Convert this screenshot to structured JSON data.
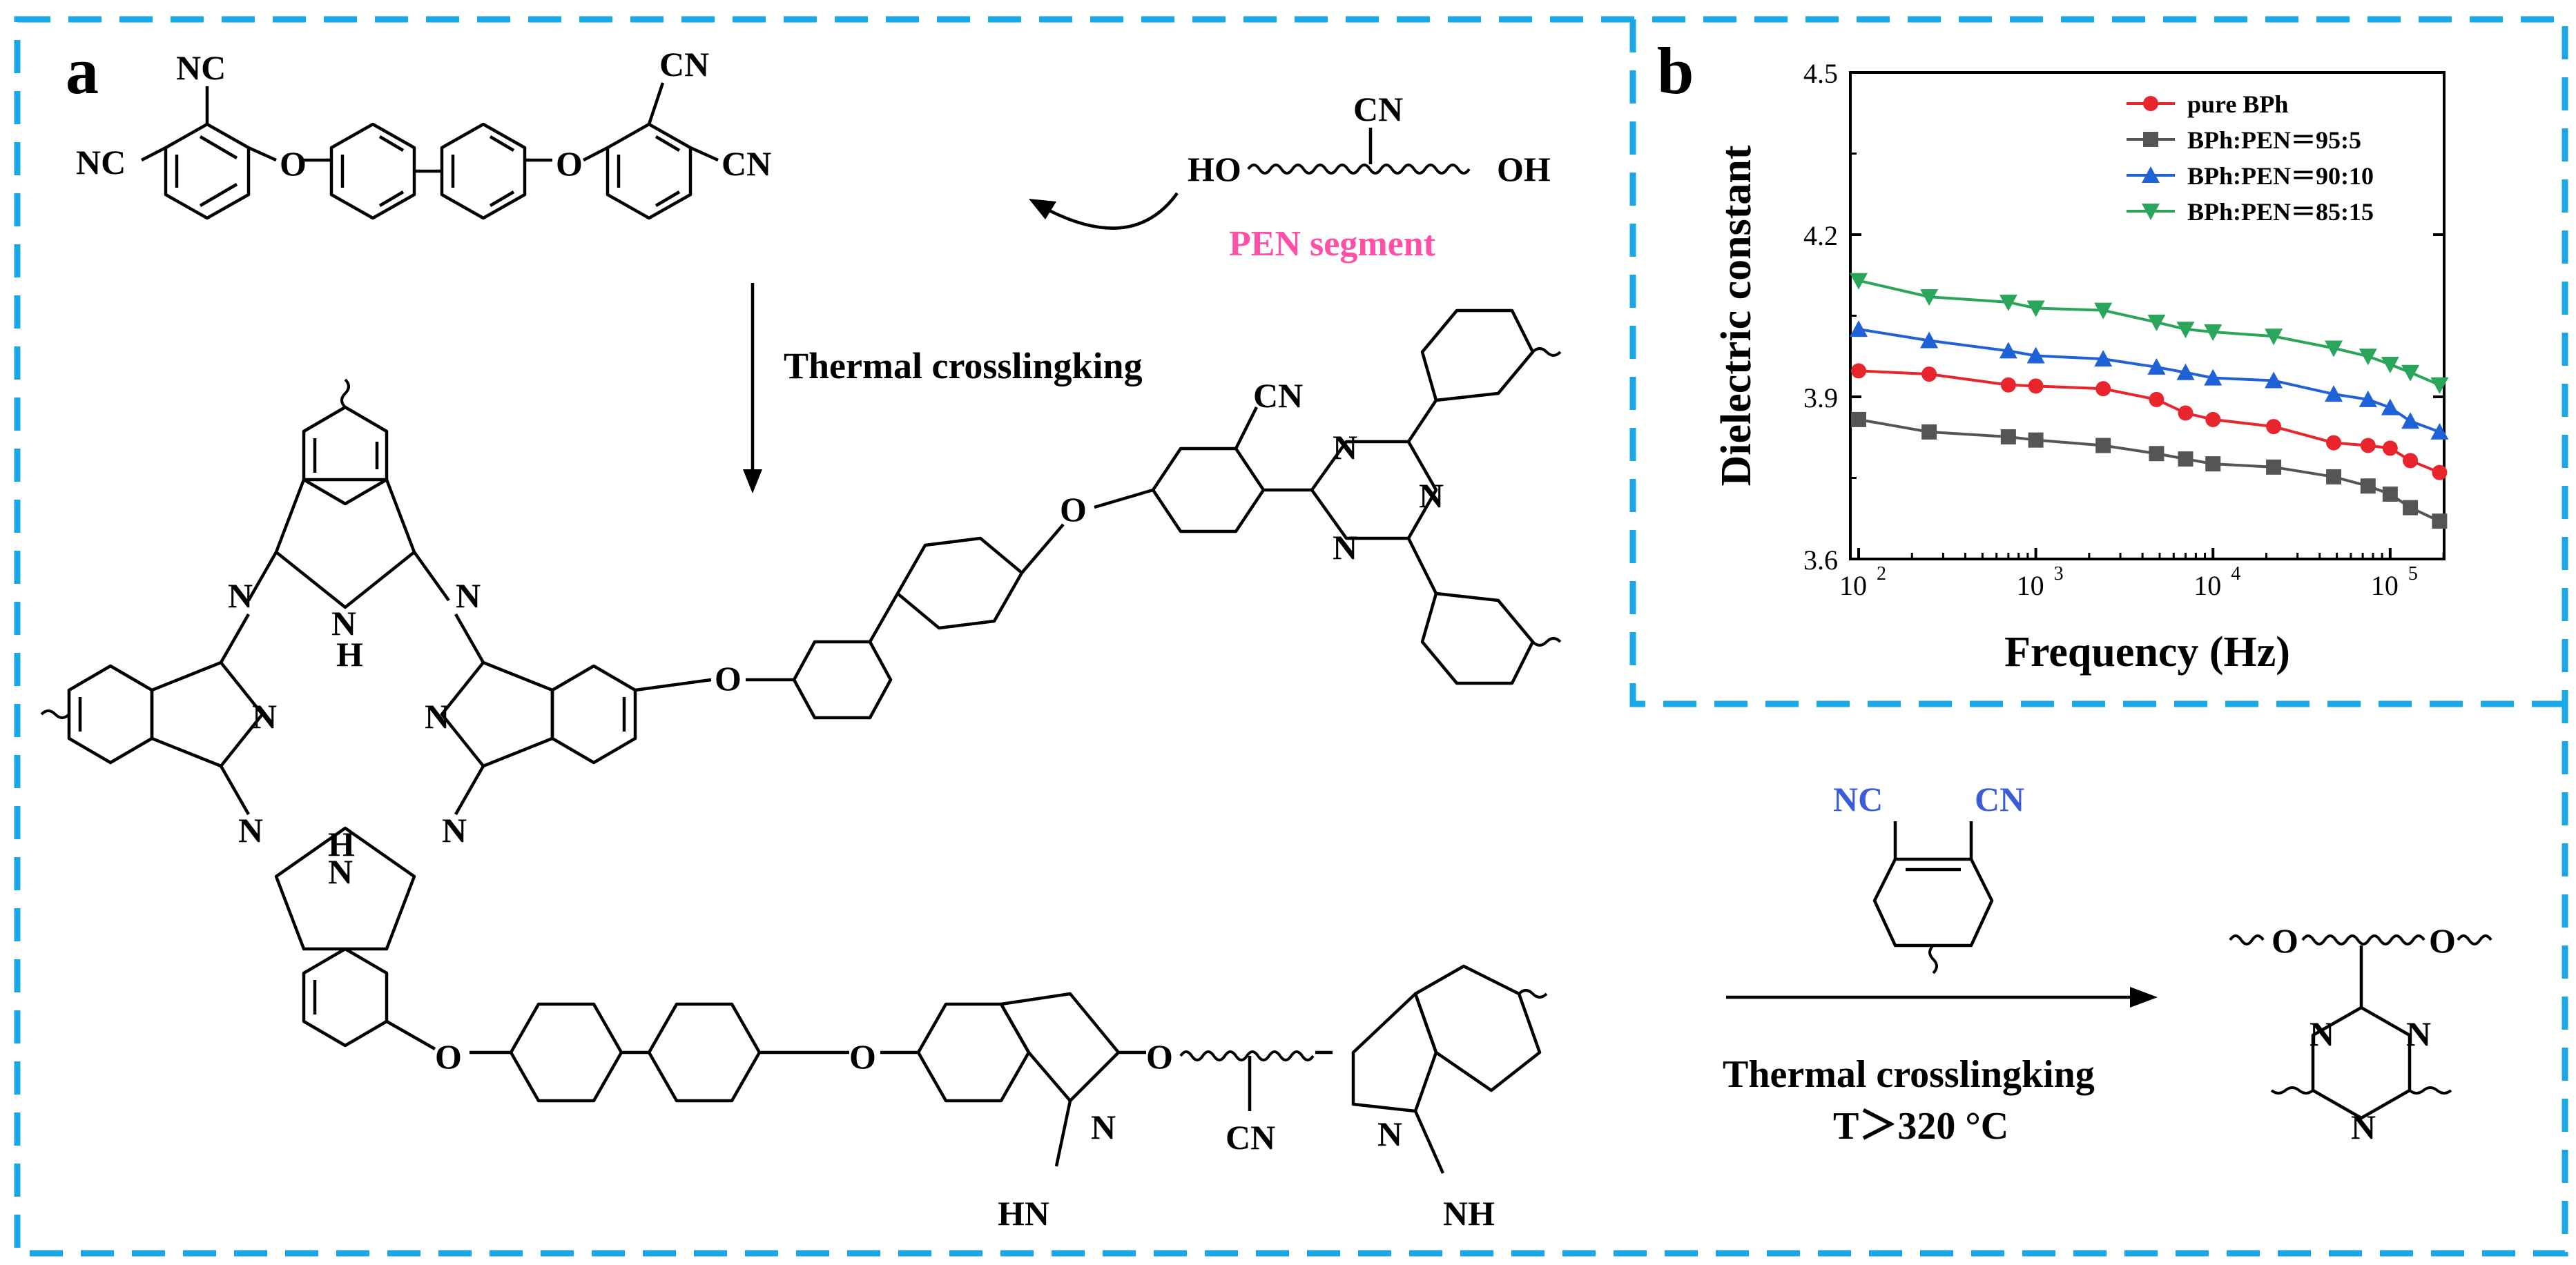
{
  "panel_a": {
    "label": "a",
    "monomer_labels": {
      "nc_top": "NC",
      "nc_left": "NC",
      "o1": "O",
      "o2": "O",
      "cn_top": "CN",
      "cn_right": "CN"
    },
    "pen": {
      "cn": "CN",
      "ho": "HO",
      "oh": "OH",
      "segment": "PEN segment",
      "cn_color": "#e8174a",
      "segment_color": "#ff4fa7"
    },
    "step_label": "Thermal crosslingking",
    "network_labels": {
      "n1": "N",
      "n2": "N",
      "n3": "N",
      "n4": "N",
      "n5": "N",
      "n6": "N",
      "nh1": "N",
      "h1": "H",
      "nh2": "H",
      "nh2n": "N",
      "o3": "O",
      "o4": "O",
      "o5": "O",
      "o6": "O",
      "o7": "O",
      "cn_tri": "CN",
      "tn1": "N",
      "tn2": "N",
      "tn3": "N",
      "cn_pen": "CN",
      "n_ind1": "N",
      "hn_ind1": "HN",
      "n_ind2": "N",
      "nh_ind2": "NH"
    }
  },
  "panel_c": {
    "nc": "NC",
    "cn": "CN",
    "accent": "#3b5bd8",
    "step_label": "Thermal crosslingking",
    "condition": "T＞320 °C",
    "o_left": "O",
    "o_right": "O",
    "triazine_n1": "N",
    "triazine_n2": "N",
    "triazine_n3": "N"
  },
  "chart_data": {
    "type": "line",
    "panel_label": "b",
    "xlabel": "Frequency (Hz)",
    "ylabel": "Dielectric constant",
    "xscale": "log",
    "xlim": [
      100,
      200000
    ],
    "ylim": [
      3.6,
      4.5
    ],
    "x_tick_labels": [
      {
        "base": "10",
        "exp": "2",
        "value": 100
      },
      {
        "base": "10",
        "exp": "3",
        "value": 1000
      },
      {
        "base": "10",
        "exp": "4",
        "value": 10000
      },
      {
        "base": "10",
        "exp": "5",
        "value": 100000
      }
    ],
    "y_ticks": [
      3.6,
      3.9,
      4.2,
      4.5
    ],
    "y_tick_labels": [
      "3.6",
      "3.9",
      "4.2",
      "4.5"
    ],
    "legend_position": "top-right",
    "x": [
      100,
      250,
      700,
      1000,
      2400,
      4800,
      7000,
      10000,
      22000,
      48000,
      75000,
      100000,
      130000,
      190000
    ],
    "series": [
      {
        "name": "pure BPh",
        "color": "#e8242c",
        "marker": "circle",
        "values": [
          3.948,
          3.942,
          3.922,
          3.92,
          3.915,
          3.895,
          3.87,
          3.858,
          3.845,
          3.815,
          3.81,
          3.805,
          3.782,
          3.76
        ]
      },
      {
        "name": "BPh:PEN＝95:5",
        "color": "#555555",
        "marker": "square",
        "values": [
          3.858,
          3.835,
          3.826,
          3.82,
          3.81,
          3.795,
          3.785,
          3.776,
          3.77,
          3.752,
          3.735,
          3.72,
          3.695,
          3.67
        ]
      },
      {
        "name": "BPh:PEN＝90:10",
        "color": "#1f62d8",
        "marker": "triangle-up",
        "values": [
          4.025,
          4.004,
          3.985,
          3.976,
          3.97,
          3.955,
          3.945,
          3.935,
          3.93,
          3.905,
          3.895,
          3.88,
          3.855,
          3.835
        ]
      },
      {
        "name": "BPh:PEN＝85:15",
        "color": "#2aa65a",
        "marker": "triangle-down",
        "values": [
          4.115,
          4.085,
          4.075,
          4.064,
          4.06,
          4.038,
          4.025,
          4.02,
          4.012,
          3.99,
          3.975,
          3.96,
          3.945,
          3.922
        ]
      }
    ]
  }
}
